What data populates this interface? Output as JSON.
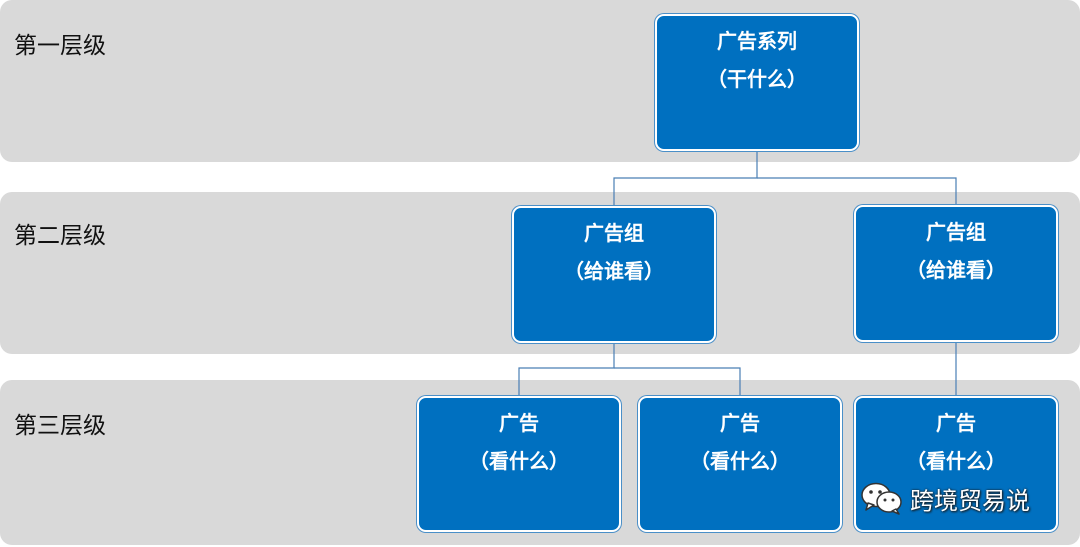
{
  "levels": [
    {
      "label": "第一层级"
    },
    {
      "label": "第二层级"
    },
    {
      "label": "第三层级"
    }
  ],
  "nodes": {
    "campaign": {
      "title": "广告系列",
      "subtitle": "（干什么）"
    },
    "adgroup_left": {
      "title": "广告组",
      "subtitle": "（给谁看）"
    },
    "adgroup_right": {
      "title": "广告组",
      "subtitle": "（给谁看）"
    },
    "ad_1": {
      "title": "广告",
      "subtitle": "（看什么）"
    },
    "ad_2": {
      "title": "广告",
      "subtitle": "（看什么）"
    },
    "ad_3": {
      "title": "广告",
      "subtitle": "（看什么）"
    }
  },
  "watermark": {
    "text": "跨境贸易说",
    "icon": "wechat-icon"
  },
  "colors": {
    "band": "#d9d9d9",
    "node": "#0070c0",
    "connector": "#4a7fb5",
    "label": "#111111"
  }
}
